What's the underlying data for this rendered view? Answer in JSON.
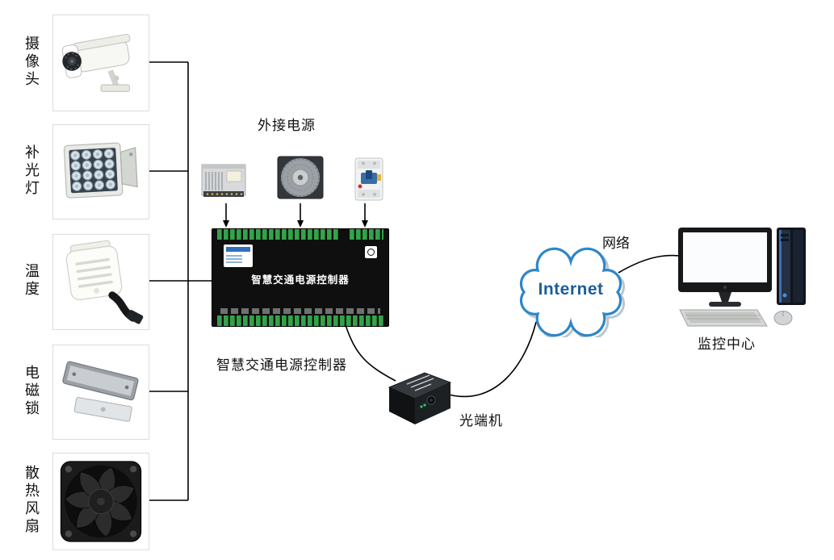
{
  "left_devices": [
    {
      "label": "摄像头"
    },
    {
      "label": "补光灯"
    },
    {
      "label": "温度"
    },
    {
      "label": "电磁锁"
    },
    {
      "label": "散热风扇"
    }
  ],
  "power_section": {
    "title": "外接电源"
  },
  "controller": {
    "device_label": "智慧交通电源控制器",
    "caption": "智慧交通电源控制器"
  },
  "transceiver": {
    "caption": "光端机"
  },
  "internet_cloud": {
    "label": "Internet"
  },
  "network_link": {
    "label": "网络"
  },
  "monitoring_center": {
    "caption": "监控中心"
  },
  "colors": {
    "cloud_outline": "#2e86c8",
    "cloud_shadow": "#b9c6d0",
    "internet_text": "#1b5e9b",
    "wire": "#000000",
    "controller_terminal_green": "#35a24b"
  }
}
